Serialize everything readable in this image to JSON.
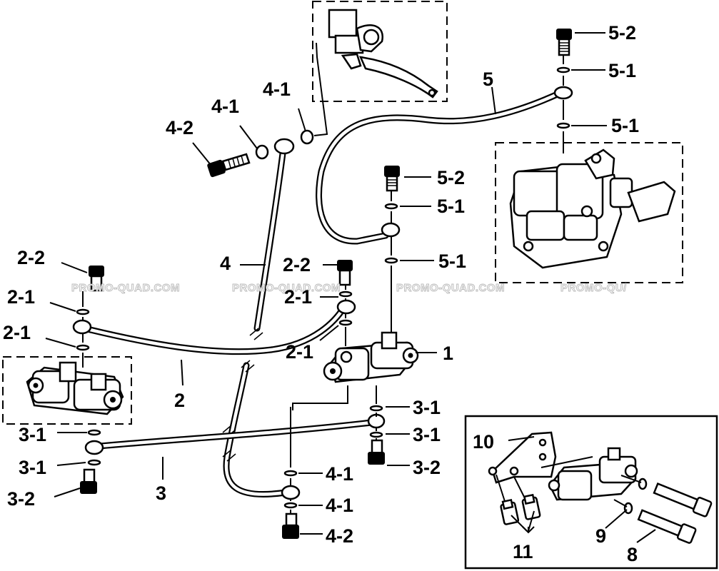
{
  "callouts": {
    "c_5_2_top": "5-2",
    "c_5_1_a": "5-1",
    "c_5": "5",
    "c_5_1_b": "5-1",
    "c_4_1_a": "4-1",
    "c_4_1_b": "4-1",
    "c_4_2_top": "4-2",
    "c_5_2_mid": "5-2",
    "c_5_1_c": "5-1",
    "c_5_1_d": "5-1",
    "c_2_2_left": "2-2",
    "c_4": "4",
    "c_2_2_mid": "2-2",
    "c_2_1_a": "2-1",
    "c_2_1_b": "2-1",
    "c_2_1_c": "2-1",
    "c_2_1_d": "2-1",
    "c_1": "1",
    "c_2": "2",
    "c_3_1_a": "3-1",
    "c_3_1_b": "3-1",
    "c_3_1_c": "3-1",
    "c_3_1_d": "3-1",
    "c_3_2_right": "3-2",
    "c_3_2_left": "3-2",
    "c_3": "3",
    "c_4_1_c": "4-1",
    "c_4_1_d": "4-1",
    "c_4_2_bottom": "4-2",
    "c_10": "10",
    "c_9": "9",
    "c_8": "8",
    "c_11": "11"
  },
  "watermarks": [
    "PROMO-QUAD.COM",
    "PROMO-QUAD.COM",
    "PROMO-QUAD.COM",
    "PROMO-QU/"
  ]
}
